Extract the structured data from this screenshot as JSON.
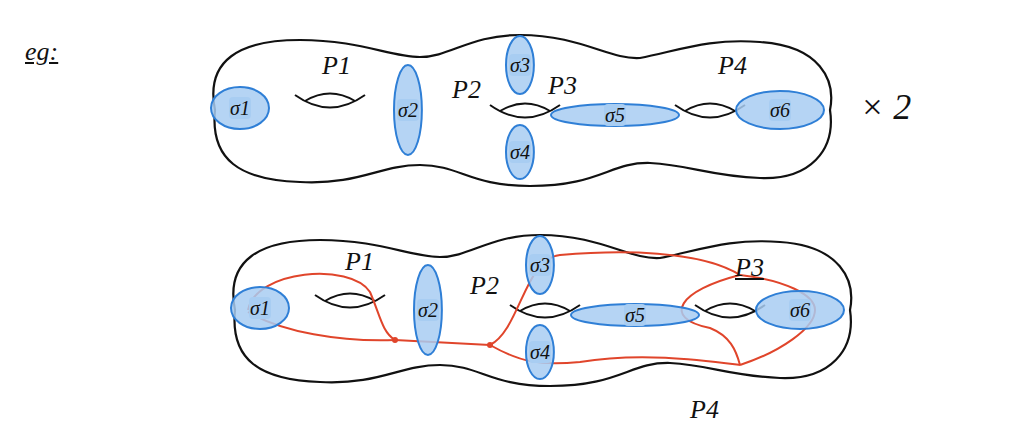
{
  "diagram": {
    "nodes": [
      {
        "text": [
          "σ1"
        ]
      },
      {
        "text": [
          "σ2"
        ]
      },
      {
        "text": [
          "σ3"
        ]
      },
      {
        "text": [
          "σ4"
        ]
      },
      {
        "text": [
          "σ5"
        ]
      },
      {
        "text": [
          "σ6"
        ]
      },
      {
        "text": [
          "σ1"
        ]
      },
      {
        "text": [
          "σ2"
        ]
      },
      {
        "text": [
          "σ3"
        ]
      },
      {
        "text": [
          "σ4"
        ]
      },
      {
        "text": [
          "σ5"
        ]
      },
      {
        "text": [
          "σ6"
        ]
      }
    ],
    "labels": [
      "eg:",
      "P1",
      "P2",
      "P3",
      "P4",
      "× 2",
      "P1",
      "P2",
      "P3",
      "P4"
    ]
  }
}
